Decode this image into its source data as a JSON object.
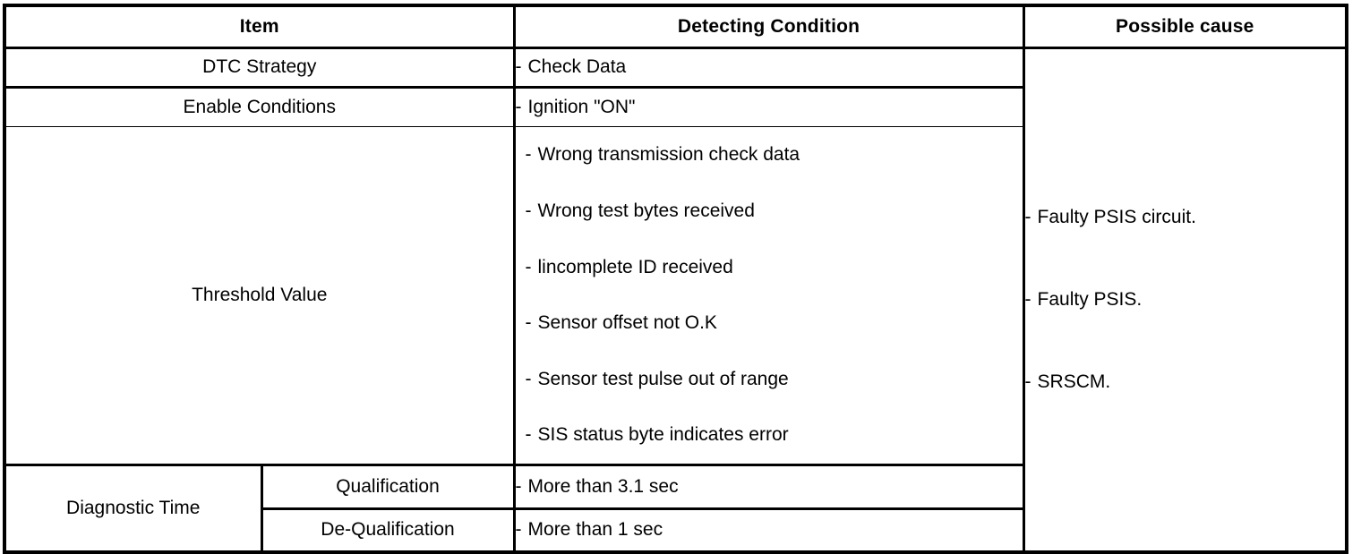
{
  "table": {
    "headers": {
      "item": "Item",
      "detecting_condition": "Detecting Condition",
      "possible_cause": "Possible cause"
    },
    "rows": {
      "dtc_strategy": {
        "label": "DTC Strategy",
        "condition": "Check Data"
      },
      "enable_conditions": {
        "label": "Enable Conditions",
        "condition": "Ignition \"ON\""
      },
      "threshold_value": {
        "label": "Threshold Value",
        "conditions": [
          "Wrong transmission check data",
          "Wrong test bytes received",
          "lincomplete ID received",
          "Sensor offset not O.K",
          "Sensor test pulse out of range",
          "SIS status byte indicates error"
        ]
      },
      "diagnostic_time": {
        "label": "Diagnostic Time",
        "sub_rows": [
          {
            "label": "Qualification",
            "condition": "More than 3.1 sec"
          },
          {
            "label": "De-Qualification",
            "condition": "More than 1 sec"
          }
        ]
      }
    },
    "possible_causes": [
      "Faulty PSIS circuit.",
      "Faulty PSIS.",
      "SRSCM."
    ],
    "bullet_marker": "-",
    "colors": {
      "background": "#ffffff",
      "text": "#000000",
      "border": "#000000"
    }
  }
}
